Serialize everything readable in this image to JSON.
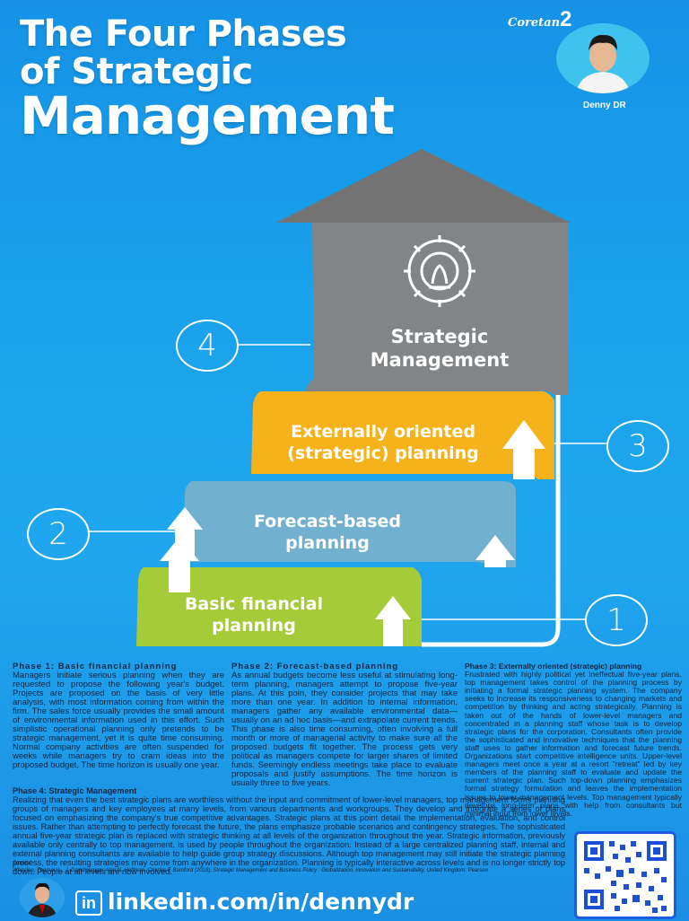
{
  "title": {
    "line1": "The Four Phases",
    "line2": "of Strategic",
    "line3": "Management"
  },
  "brand": {
    "prefix": "Coretan",
    "suffix": "2"
  },
  "author": {
    "name": "Denny DR"
  },
  "steps": {
    "phase4_label_line1": "Strategic",
    "phase4_label_line2": "Management",
    "phase3_label_line1": "Externally oriented",
    "phase3_label_line2": "(strategic) planning",
    "phase2_label_line1": "Forecast-based",
    "phase2_label_line2": "planning",
    "phase1_label_line1": "Basic financial",
    "phase1_label_line2": "planning",
    "num1": "1",
    "num2": "2",
    "num3": "3",
    "num4": "4"
  },
  "colors": {
    "phase1": "#a5cd39",
    "phase2": "#6fb0cf",
    "phase3": "#f7b21b",
    "phase4": "#7f8384",
    "roof": "#737373"
  },
  "phase1": {
    "heading": "Phase 1: Basic financial planning",
    "body": "Managers initiate serious planning when they are requested to propose the following year's budget. Projects are proposed on the basis of very little analysis, with most information coming from within the firm. The sales force usually provides the small amount of environmental information used in this effort. Such simplistic operational planning only pretends to be strategic management, yet it is quite time consuming. Normal company activities are often suspended for weeks while managers try to cram ideas into the proposed budget. The time horizon is usually one year."
  },
  "phase2": {
    "heading": "Phase 2: Forecast-based planning",
    "body": "As annual budgets become less useful at stimulating long-term planning, managers attempt to propose five-year plans. At this poin, they consider projects that may take more than one year. In addition to internal information, managers gather any available environmental data—usually on an ad hoc basis—and extrapolate current trends. This phase is also time consuming, often involving a full month or more of managerial activity to make sure all the proposed budgets fit together. The process gets very political as managers compete for larger shares of limited funds. Seemingly endless meetings take place to evaluate proposals and justify assumptions. The time horizon is usually three to five years."
  },
  "phase3": {
    "heading": "Phase 3: Externally oriented (strategic) planning",
    "body": "Frustrated with highly political yet ineffectual five-year plans, top management takes control of the planning process by initiating a formal strategic planning system. The company seeks to increase its responsiveness to changing markets and competition by thinking and acting strategically. Planning is taken out of the hands of lower-level managers and concentrated in a planning staff whose task is to develop strategic plans for the corporation. Consultants often provide the sophisticated and innovative techniques that the planning staff uses to gather information and forecast future trends. Organizations start competitive intelligence units. Upper-level managers meet once a year at a resort \"retreat\" led by key members of the planning staff to evaluate and update the current strategic plan. Such top-down planning emphasizes formal strategy formulation and leaves the implementation issues to lower-management levels. Top management typically develops long-term plans with help from consultants but minimal input from lower levels."
  },
  "phase4": {
    "heading": "Phase 4: Strategic Management",
    "body": "Realizing that even the best strategic plans are worthless without the input and commitment of lower-level managers, top management forms planning groups of managers and key employees at many levels, from various departments and workgroups. They develop and integrate a series of plans focused on emphasizing the company's true competitive advantages. Strategic plans at this point detail the implementation, evaluation, and control issues. Rather than attempting to perfectly forecast the future, the plans emphasize probable scenarios and contingency strategies. The sophisticated annual five-year strategic plan is replaced with strategic thinking at all levels of the organization throughout the year. Strategic information, previously available only centrally to top management, is used by people throughout the organization. Instead of a large centralized planning staff, internal and external planning consultants are available to help guide group strategy discussions. Although top management may still initiate the strategic planning process, the resulting strategies may come from anywhere in the organization. Planning is typically interactive across levels and is no longer strictly top down. People at all levels are now involved."
  },
  "source": {
    "label": "Source:",
    "text": "Wheelen, Thomas L., J. David Hunger Alan N. Hoffman, Charles E Bamford (2018), Strategic Management and Business Policy : Globalization, Innovation and Sustainability, United Kingdom: Pearson"
  },
  "footer": {
    "linkedin": "linkedin.com/in/dennydr",
    "li_icon": "in"
  }
}
